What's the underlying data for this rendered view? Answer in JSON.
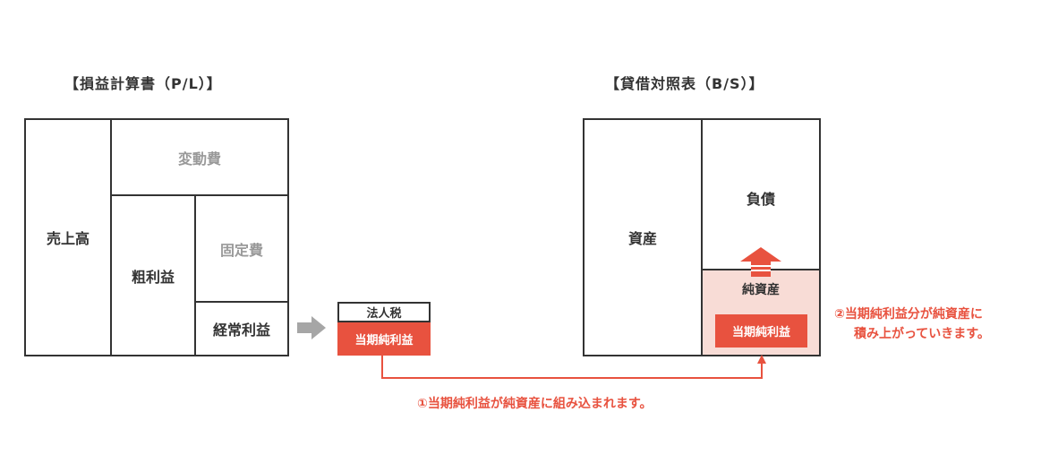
{
  "pl": {
    "title": "【損益計算書（P/L）】",
    "sales": "売上高",
    "variable_cost": "変動費",
    "gross_profit": "粗利益",
    "fixed_cost": "固定費",
    "ordinary_profit": "経常利益"
  },
  "tax": {
    "corporate_tax": "法人税",
    "net_income": "当期純利益"
  },
  "bs": {
    "title": "【貸借対照表（B/S）】",
    "assets": "資産",
    "liabilities": "負債",
    "net_assets": "純資産",
    "net_income": "当期純利益"
  },
  "notes": {
    "note1": "①当期純利益が純資産に組み込まれます。",
    "note2_line1": "②当期純利益分が純資産に",
    "note2_line2": "積み上がっていきます。"
  },
  "colors": {
    "accent": "#e8523f",
    "net_assets_bg": "#f8dcd6",
    "arrow_gray": "#a6a6a6"
  }
}
